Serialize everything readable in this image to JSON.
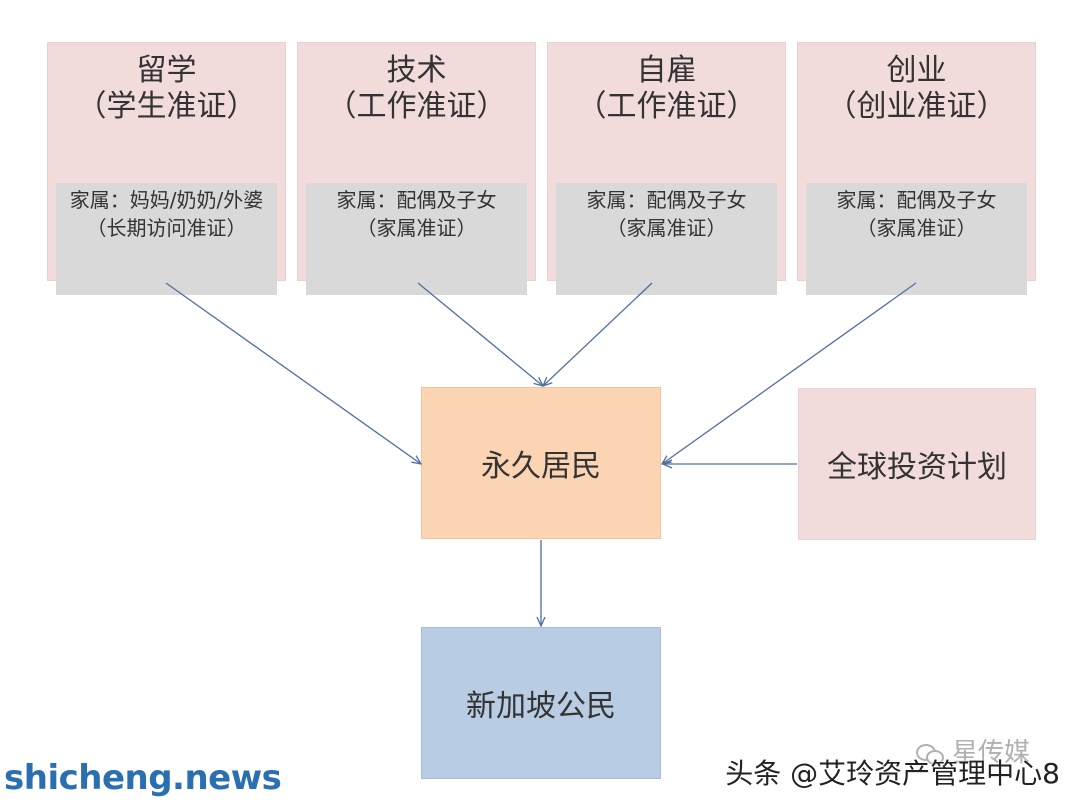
{
  "categories": [
    {
      "title": "留学",
      "subtitle": "（学生准证）",
      "family_line1": "家属：妈妈/奶奶/外婆",
      "family_line2": "（长期访问准证）"
    },
    {
      "title": "技术",
      "subtitle": "（工作准证）",
      "family_line1": "家属：配偶及子女",
      "family_line2": "（家属准证）"
    },
    {
      "title": "自雇",
      "subtitle": "（工作准证）",
      "family_line1": "家属：配偶及子女",
      "family_line2": "（家属准证）"
    },
    {
      "title": "创业",
      "subtitle": "（创业准证）",
      "family_line1": "家属：配偶及子女",
      "family_line2": "（家属准证）"
    }
  ],
  "permanent_resident": {
    "label": "永久居民"
  },
  "global_investor": {
    "label": "全球投资计划"
  },
  "citizen": {
    "label": "新加坡公民"
  },
  "watermarks": {
    "site": "shicheng.news",
    "author": "头条 @艾玲资产管理中心8",
    "faded": "星传媒"
  },
  "colors": {
    "pink_box": "#f2dcdb",
    "orange_box": "#fbd4b4",
    "blue_box": "#b8cce4",
    "gray_panel": "#d9d9d9",
    "arrow": "#4f6fa0"
  }
}
